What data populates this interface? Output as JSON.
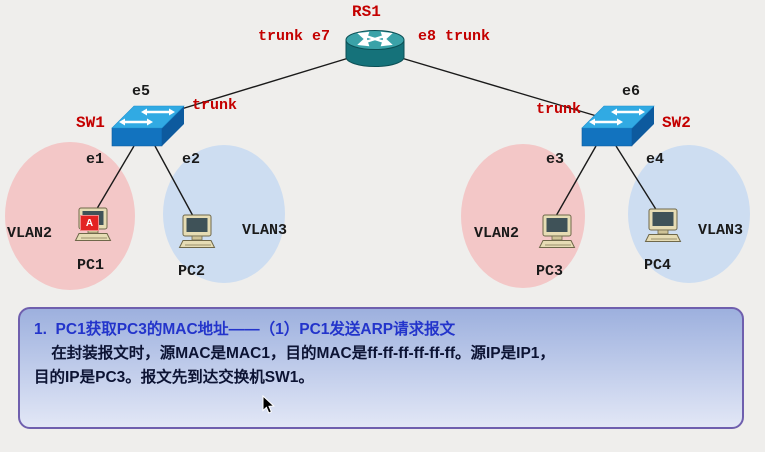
{
  "diagram": {
    "router": {
      "label": "RS1"
    },
    "links": {
      "trunk_e7": "trunk e7",
      "e8_trunk": "e8 trunk",
      "e5": "e5",
      "e6": "e6",
      "trunk_sw1": "trunk",
      "trunk_sw2": "trunk",
      "e1": "e1",
      "e2": "e2",
      "e3": "e3",
      "e4": "e4"
    },
    "switches": {
      "sw1": "SW1",
      "sw2": "SW2"
    },
    "vlans": {
      "vlan2_left": "VLAN2",
      "vlan3_left": "VLAN3",
      "vlan2_right": "VLAN2",
      "vlan3_right": "VLAN3"
    },
    "pcs": {
      "pc1": "PC1",
      "pc2": "PC2",
      "pc3": "PC3",
      "pc4": "PC4"
    },
    "frame_badge": "A"
  },
  "note_box": {
    "line1": "1.  PC1获取PC3的MAC地址——（1）PC1发送ARP请求报文",
    "line2": "    在封装报文时，源MAC是MAC1，目的MAC是ff-ff-ff-ff-ff-ff。源IP是IP1，",
    "line3": "目的IP是PC3。报文先到达交换机SW1。"
  },
  "colors": {
    "label_red": "#c40000",
    "label_black": "#1a1a1a",
    "vlan2_fill": "#f3c7c7",
    "vlan3_fill": "#cdddf1",
    "switch_blue": "#31aae3",
    "router_teal": "#15727a",
    "note_border": "#6f5fae",
    "note_title_color": "#2334cb",
    "note_body_color": "#0c1333",
    "badge_red": "#e32222"
  }
}
